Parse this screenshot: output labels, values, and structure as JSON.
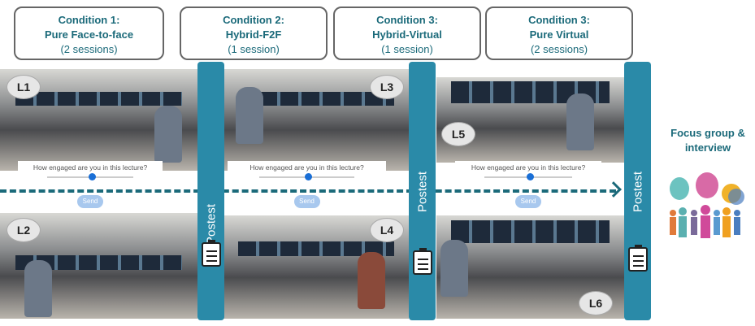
{
  "conditions": [
    {
      "title": "Condition 1:",
      "name": "Pure Face-to-face",
      "sessions": "(2 sessions)"
    },
    {
      "title": "Condition 2:",
      "name": "Hybrid-F2F",
      "sessions": "(1 session)"
    },
    {
      "title": "Condition 3:",
      "name": "Hybrid-Virtual",
      "sessions": "(1 session)"
    },
    {
      "title": "Condition 3:",
      "name": "Pure Virtual",
      "sessions": "(2 sessions)"
    }
  ],
  "lectures": [
    "L1",
    "L2",
    "L3",
    "L4",
    "L5",
    "L6"
  ],
  "posttest": "Postest",
  "survey": {
    "question": "How engaged are you in this lecture?",
    "minus": "-",
    "plus": "+",
    "send": "Send"
  },
  "focus": "Focus group & interview",
  "colors": {
    "teal": "#2a8aa8",
    "text": "#1b6a7a"
  }
}
